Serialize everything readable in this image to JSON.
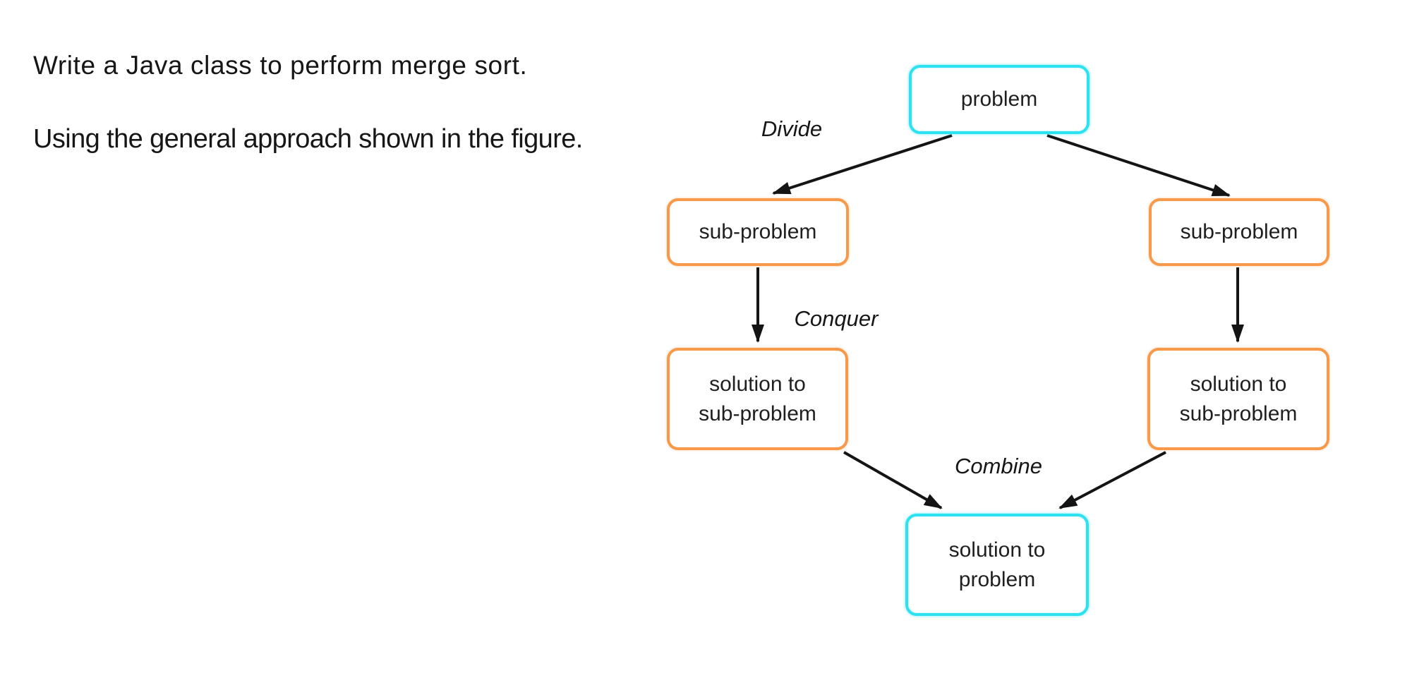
{
  "page": {
    "background": "#ffffff"
  },
  "prompt": {
    "line1": "Write a Java class to perform merge sort.",
    "line2": "Using the general approach shown in the figure."
  },
  "diagram": {
    "type": "flowchart",
    "colors": {
      "problem_border": "#2de2f0",
      "subproblem_border": "#f8994a",
      "arrow": "#141414",
      "text": "#1f1f1f"
    },
    "nodes": {
      "problem": {
        "label": "problem"
      },
      "sub_left": {
        "label": "sub-problem"
      },
      "sub_right": {
        "label": "sub-problem"
      },
      "sol_left": {
        "label": "solution to\nsub-problem"
      },
      "sol_right": {
        "label": "solution to\nsub-problem"
      },
      "sol_problem": {
        "label": "solution to\nproblem"
      }
    },
    "edge_labels": {
      "divide": "Divide",
      "conquer": "Conquer",
      "combine": "Combine"
    },
    "edges": [
      {
        "from": "problem",
        "to": "sub_left"
      },
      {
        "from": "problem",
        "to": "sub_right"
      },
      {
        "from": "sub_left",
        "to": "sol_left"
      },
      {
        "from": "sub_right",
        "to": "sol_right"
      },
      {
        "from": "sol_left",
        "to": "sol_problem"
      },
      {
        "from": "sol_right",
        "to": "sol_problem"
      }
    ]
  }
}
